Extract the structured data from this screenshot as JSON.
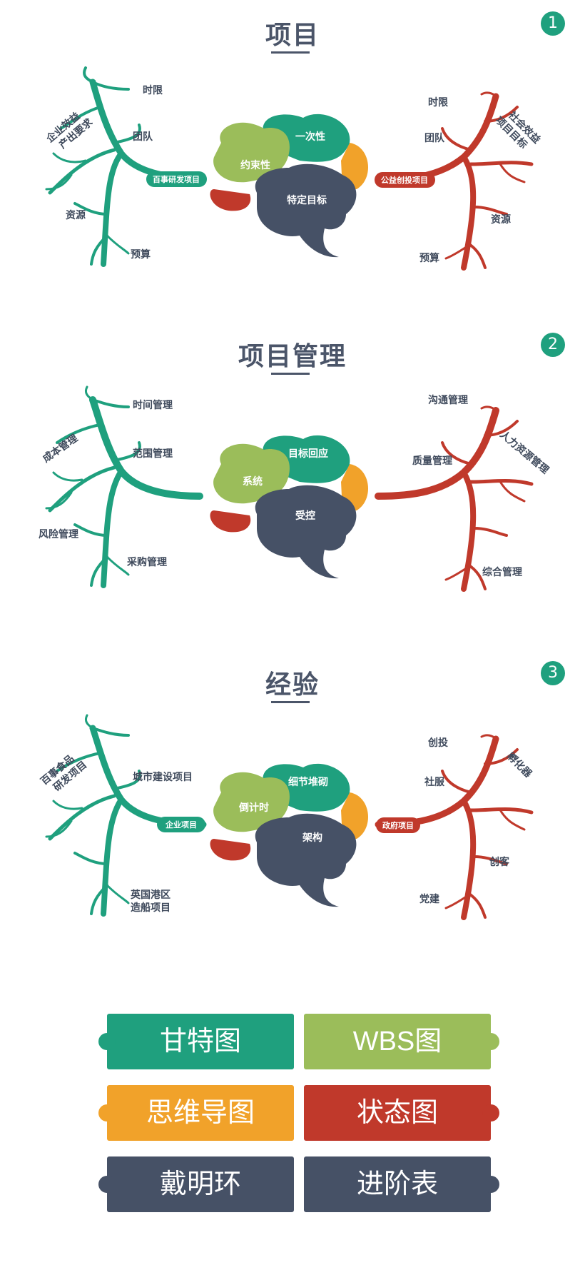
{
  "sections": [
    {
      "title": "项目",
      "badge": "1",
      "left_hub": "百事研发项目",
      "right_hub": "公益创投项目",
      "left_labels": [
        "时限",
        "团队",
        "资源",
        "预算"
      ],
      "left_rot": "企业效益\n产出要求",
      "right_labels": [
        "时限",
        "团队",
        "资源",
        "预算"
      ],
      "right_rot": "社会效益\n项目目标",
      "brain": [
        "一次性",
        "约束性",
        "特定目标"
      ]
    },
    {
      "title": "项目管理",
      "badge": "2",
      "left_hub": "",
      "right_hub": "",
      "left_labels": [
        "时间管理",
        "范围管理",
        "风险管理",
        "采购管理"
      ],
      "left_rot": "成本管理",
      "right_labels": [
        "沟通管理",
        "质量管理",
        "综合管理"
      ],
      "right_rot": "人力资源管理",
      "brain": [
        "目标回应",
        "系统",
        "受控"
      ]
    },
    {
      "title": "经验",
      "badge": "3",
      "left_hub": "企业项目",
      "right_hub": "政府项目",
      "left_labels": [
        "城市建设项目",
        "英国港区",
        "造船项目"
      ],
      "left_rot": "百事食品\n研发项目",
      "right_labels": [
        "创投",
        "社服",
        "创客",
        "党建"
      ],
      "right_rot": "孵化器",
      "brain": [
        "细节堆砌",
        "倒计时",
        "架构"
      ]
    }
  ],
  "tools": [
    {
      "label": "甘特图",
      "color": "#1fa07e"
    },
    {
      "label": "WBS图",
      "color": "#9bbd5a"
    },
    {
      "label": "思维导图",
      "color": "#f1a22a"
    },
    {
      "label": "状态图",
      "color": "#c0392b"
    },
    {
      "label": "戴明环",
      "color": "#465166"
    },
    {
      "label": "进阶表",
      "color": "#465166"
    }
  ],
  "colors": {
    "green": "#1fa07e",
    "red": "#c0392b",
    "lime": "#9bbd5a",
    "orange": "#f1a22a",
    "slate": "#465166"
  }
}
